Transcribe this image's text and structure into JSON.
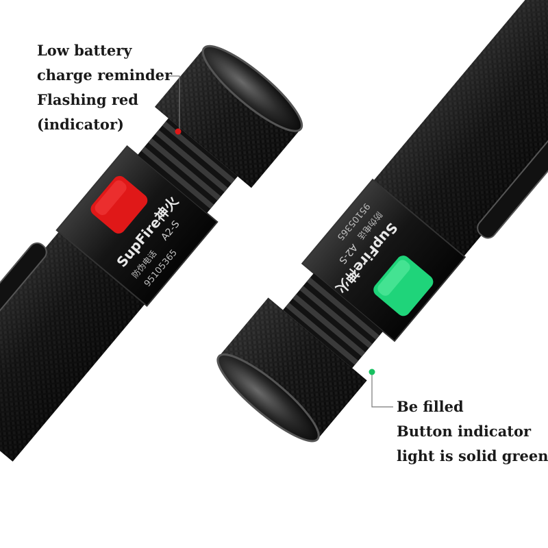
{
  "callouts": {
    "low_battery": {
      "lines": [
        "Low battery",
        "charge reminder",
        "Flashing red",
        "(indicator)"
      ],
      "indicator_color": "#e01818"
    },
    "full_charge": {
      "lines": [
        "Be filled",
        "Button indicator",
        "light is solid green"
      ],
      "indicator_color": "#18c060"
    }
  },
  "left_flashlight": {
    "brand": "SupFire神火",
    "model": "A2-S",
    "service_label": "防伪电话",
    "serial": "95105365",
    "button_color": "#e01818"
  },
  "right_flashlight": {
    "brand": "SupFire神火",
    "model": "A2-S",
    "service_label": "防伪电话",
    "serial": "95105365",
    "button_color": "#1fd47a"
  }
}
